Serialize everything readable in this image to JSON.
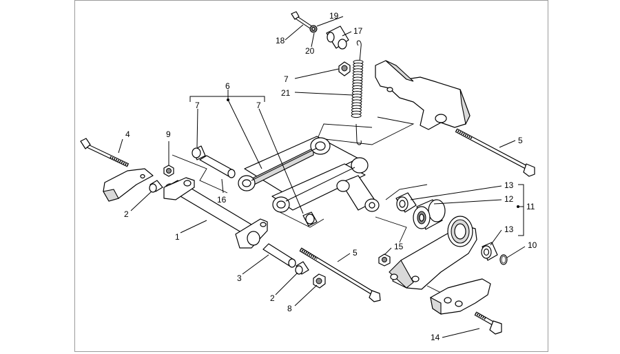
{
  "labels": {
    "p1": "1",
    "p2a": "2",
    "p2b": "2",
    "p3": "3",
    "p4": "4",
    "p5a": "5",
    "p5b": "5",
    "p6": "6",
    "p7a": "7",
    "p7b": "7",
    "p7c": "7",
    "p8": "8",
    "p9": "9",
    "p10": "10",
    "p11": "11",
    "p12": "12",
    "p13a": "13",
    "p13b": "13",
    "p14": "14",
    "p15": "15",
    "p16": "16",
    "p17": "17",
    "p18": "18",
    "p19": "19",
    "p20": "20",
    "p21": "21"
  }
}
